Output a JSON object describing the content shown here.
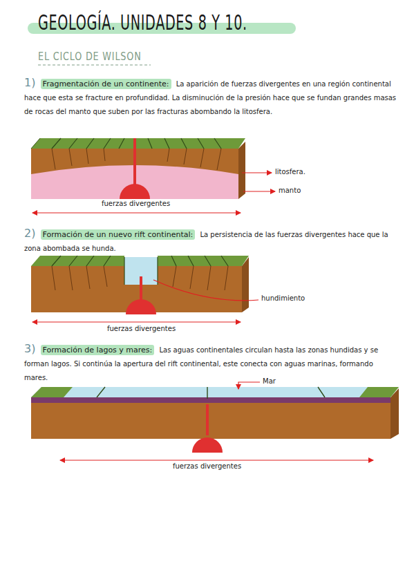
{
  "diagram": {
    "title": "GEOLOGÍA. UNIDADES 8 Y 10.",
    "labels": [
      "EL CICLO DE WILSON",
      "1)",
      "Fragmentación de un continente:",
      "La aparición de fuerzas divergentes en una región continental hace que esta se fracture en profundidad. La disminución de la presión hace que se fundan grandes masas de rocas del manto que suben por las fracturas abombando la litosfera.",
      "litosfera.",
      "manto",
      "fuerzas divergentes",
      "2)",
      "Formación de un nuevo rift continental:",
      "La persistencia de las fuerzas divergentes hace que la zona abombada se hunda.",
      "hundimiento",
      "fuerzas divergentes",
      "3)",
      "Formación de lagos y mares:",
      "Las aguas continentales circulan hasta las zonas hundidas y se forman lagos. Si continúa la apertura del rift continental, este conecta con aguas marinas, formando mares.",
      "Mar",
      "fuerzas divergentes"
    ]
  }
}
